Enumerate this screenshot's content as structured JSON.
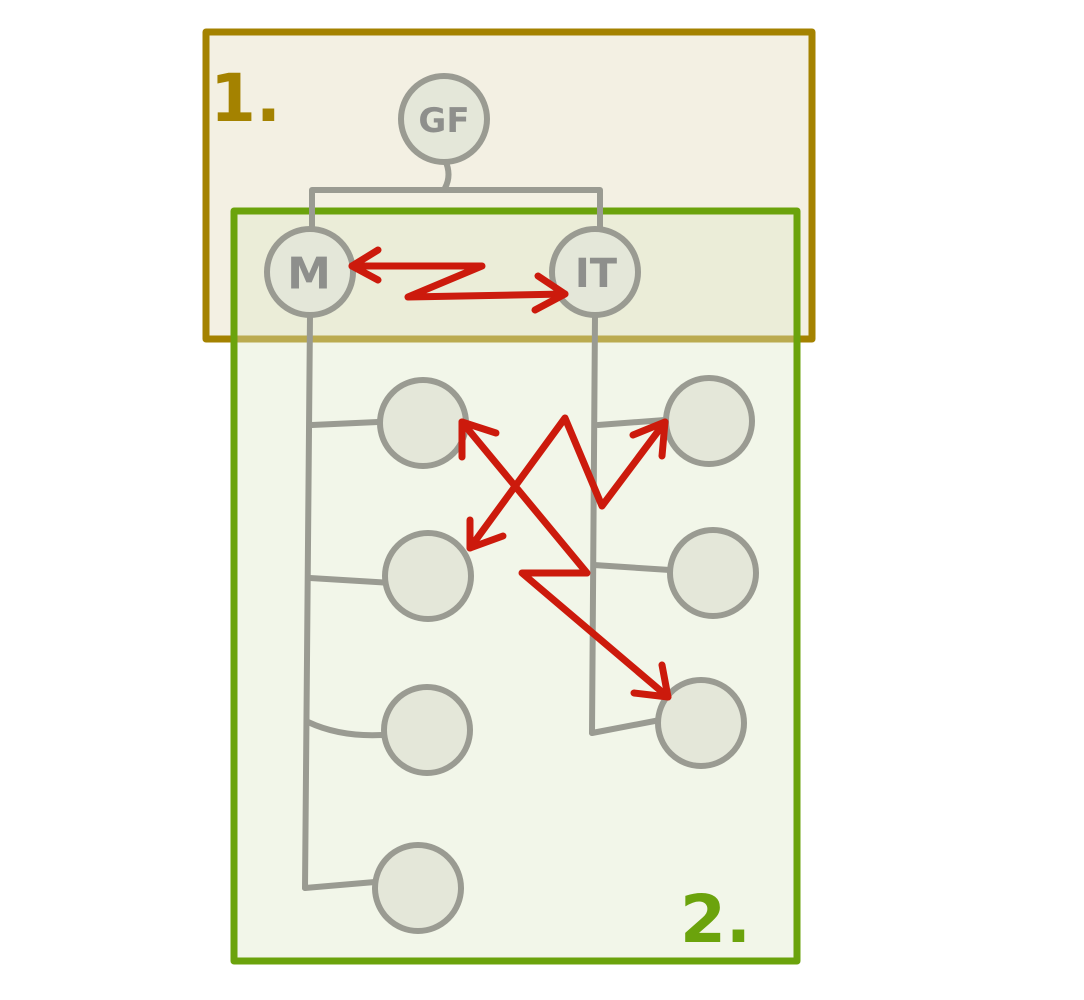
{
  "zones": [
    {
      "label": "1.",
      "color": "#a48200",
      "fill": "#f3f0e3"
    },
    {
      "label": "2.",
      "color": "#6ba30c",
      "fill": "#f0f4e6"
    }
  ],
  "nodes": {
    "gf": {
      "label": "GF"
    },
    "m": {
      "label": "M"
    },
    "it": {
      "label": "IT"
    }
  },
  "colors": {
    "node_stroke": "#9a9b92",
    "node_fill": "#e4e7d9",
    "arrow": "#cc1a0c"
  }
}
